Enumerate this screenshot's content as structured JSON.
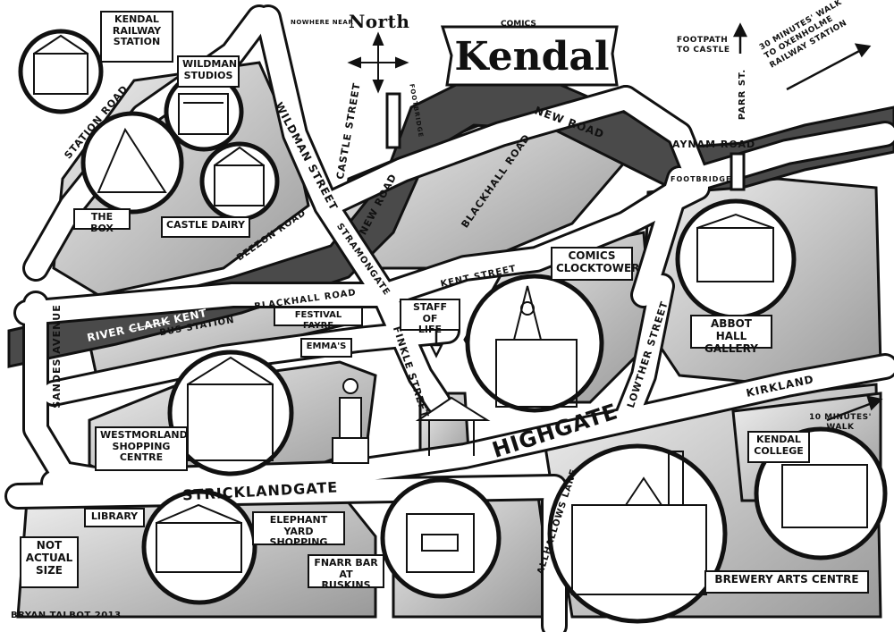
{
  "title": {
    "main": "Kendal",
    "sub": "COMICS"
  },
  "compass": {
    "prefix": "NOWHERE NEAR",
    "word": "North"
  },
  "locations": [
    {
      "id": "kendal-railway-station",
      "lines": [
        "KENDAL",
        "RAILWAY",
        "STATION"
      ]
    },
    {
      "id": "wildman-studios",
      "lines": [
        "WILDMAN",
        "STUDIOS"
      ]
    },
    {
      "id": "the-box",
      "lines": [
        "THE BOX"
      ]
    },
    {
      "id": "castle-dairy",
      "lines": [
        "CASTLE DAIRY"
      ]
    },
    {
      "id": "comics-clocktower",
      "lines": [
        "COMICS",
        "CLOCKTOWER"
      ]
    },
    {
      "id": "abbot-hall-gallery",
      "lines": [
        "ABBOT HALL",
        "GALLERY"
      ]
    },
    {
      "id": "staff-of-life",
      "lines": [
        "STAFF OF",
        "LIFE"
      ]
    },
    {
      "id": "festival-fayre",
      "lines": [
        "FESTIVAL FAYRE"
      ]
    },
    {
      "id": "emmas",
      "lines": [
        "EMMA'S"
      ]
    },
    {
      "id": "westmorland-shopping-centre",
      "lines": [
        "WESTMORLAND",
        "SHOPPING",
        "CENTRE"
      ]
    },
    {
      "id": "library",
      "lines": [
        "LIBRARY"
      ]
    },
    {
      "id": "elephant-yard",
      "lines": [
        "ELEPHANT YARD",
        "SHOPPING"
      ]
    },
    {
      "id": "fnarr-bar",
      "lines": [
        "FNARR BAR",
        "AT RUSKINS"
      ]
    },
    {
      "id": "kendal-college",
      "lines": [
        "KENDAL",
        "COLLEGE"
      ]
    },
    {
      "id": "brewery-arts-centre",
      "lines": [
        "BREWERY ARTS CENTRE"
      ]
    },
    {
      "id": "not-actual-size",
      "lines": [
        "NOT",
        "ACTUAL",
        "SIZE"
      ]
    }
  ],
  "streets": {
    "station_road": "STATION ROAD",
    "wildman_street": "WILDMAN STREET",
    "castle_street": "CASTLE STREET",
    "footbridge_top": "FOOTBRIDGE",
    "new_road_top": "NEW ROAD",
    "new_road_side": "NEW ROAD",
    "blackhall_road_top": "BLACKHALL ROAD",
    "aynam_road": "AYNAM ROAD",
    "parr_st": "PARR ST.",
    "footbridge_right": "FOOTBRIDGE",
    "beezon_road": "BEEZON ROAD",
    "stramongate": "STRAMONGATE",
    "kent_street": "KENT STREET",
    "blackhall_road": "BLACKHALL ROAD",
    "bus_station": "BUS STATION",
    "sandes_avenue": "SANDES AVENUE",
    "finkle_street": "FINKLE STREET",
    "lowther_street": "LOWTHER STREET",
    "highgate": "HIGHGATE",
    "kirkland": "KIRKLAND",
    "stricklandgate": "STRICKLANDGATE",
    "allhallows_lane": "ALLHALLOWS LANE"
  },
  "river": {
    "word1": "RIVER",
    "struck": "CLARK",
    "word2": "KENT"
  },
  "directions": {
    "footpath": [
      "FOOTPATH",
      "TO CASTLE"
    ],
    "oxenholme": [
      "30 MINUTES' WALK",
      "TO OXENHOLME",
      "RAILWAY STATION"
    ],
    "ten_minutes": [
      "10 MINUTES'",
      "WALK"
    ]
  },
  "credit": "BRYAN TALBOT 2013",
  "colors": {
    "ink": "#111111",
    "paper": "#ffffff",
    "river": "#4a4a4a",
    "ground": "#a9a9a9"
  }
}
